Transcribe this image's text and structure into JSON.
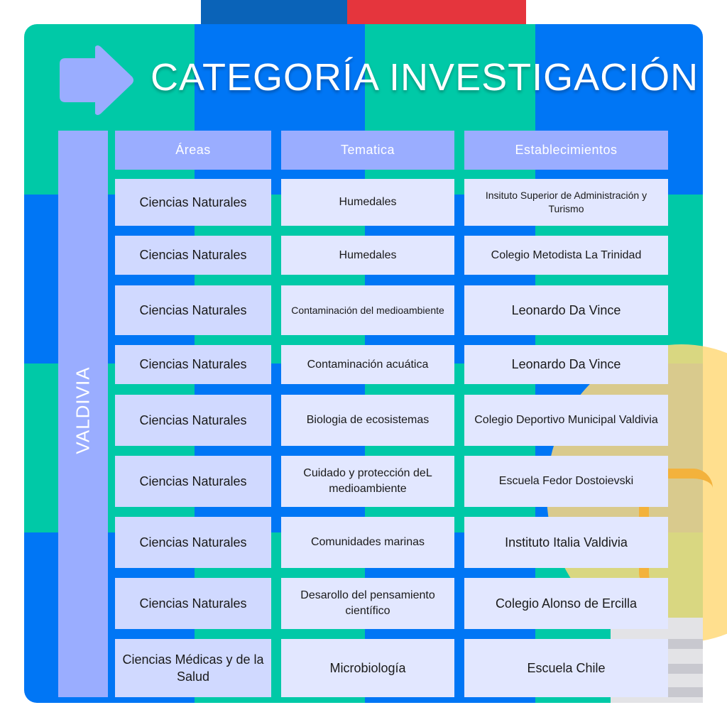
{
  "title": "CATEGORÍA INVESTIGACIÓN",
  "side_label": "VALDIVIA",
  "headers": {
    "areas": "Áreas",
    "tematica": "Tematica",
    "establecimientos": "Establecimientos"
  },
  "rows": [
    {
      "area": "Ciencias Naturales",
      "tematica": "Humedales",
      "establecimiento": "Insituto Superior de Administración y Turismo"
    },
    {
      "area": "Ciencias Naturales",
      "tematica": "Humedales",
      "establecimiento": "Colegio Metodista La Trinidad"
    },
    {
      "area": "Ciencias Naturales",
      "tematica": "Contaminación del medioambiente",
      "establecimiento": "Leonardo Da Vince"
    },
    {
      "area": "Ciencias Naturales",
      "tematica": "Contaminación acuática",
      "establecimiento": "Leonardo Da Vince"
    },
    {
      "area": "Ciencias Naturales",
      "tematica": "Biologia de ecosistemas",
      "establecimiento": "Colegio Deportivo Municipal Valdivia"
    },
    {
      "area": "Ciencias Naturales",
      "tematica": "Cuidado y protección deL medioambiente",
      "establecimiento": "Escuela Fedor Dostoievski"
    },
    {
      "area": "Ciencias Naturales",
      "tematica": "Comunidades marinas",
      "establecimiento": "Instituto Italia Valdivia"
    },
    {
      "area": "Ciencias Naturales",
      "tematica": "Desarollo del pensamiento científico",
      "establecimiento": "Colegio Alonso de Ercilla"
    },
    {
      "area": "Ciencias Médicas y de la Salud",
      "tematica": "Microbiología",
      "establecimiento": "Escuela Chile"
    }
  ],
  "colors": {
    "green": "#00c9a7",
    "blue": "#0076f5",
    "header": "#9aadff",
    "cell": "#e2e7ff",
    "flag_blue": "#0a63b8",
    "flag_red": "#e5353d"
  },
  "icons": [
    "arrow-right-icon",
    "lightbulb-icon"
  ]
}
